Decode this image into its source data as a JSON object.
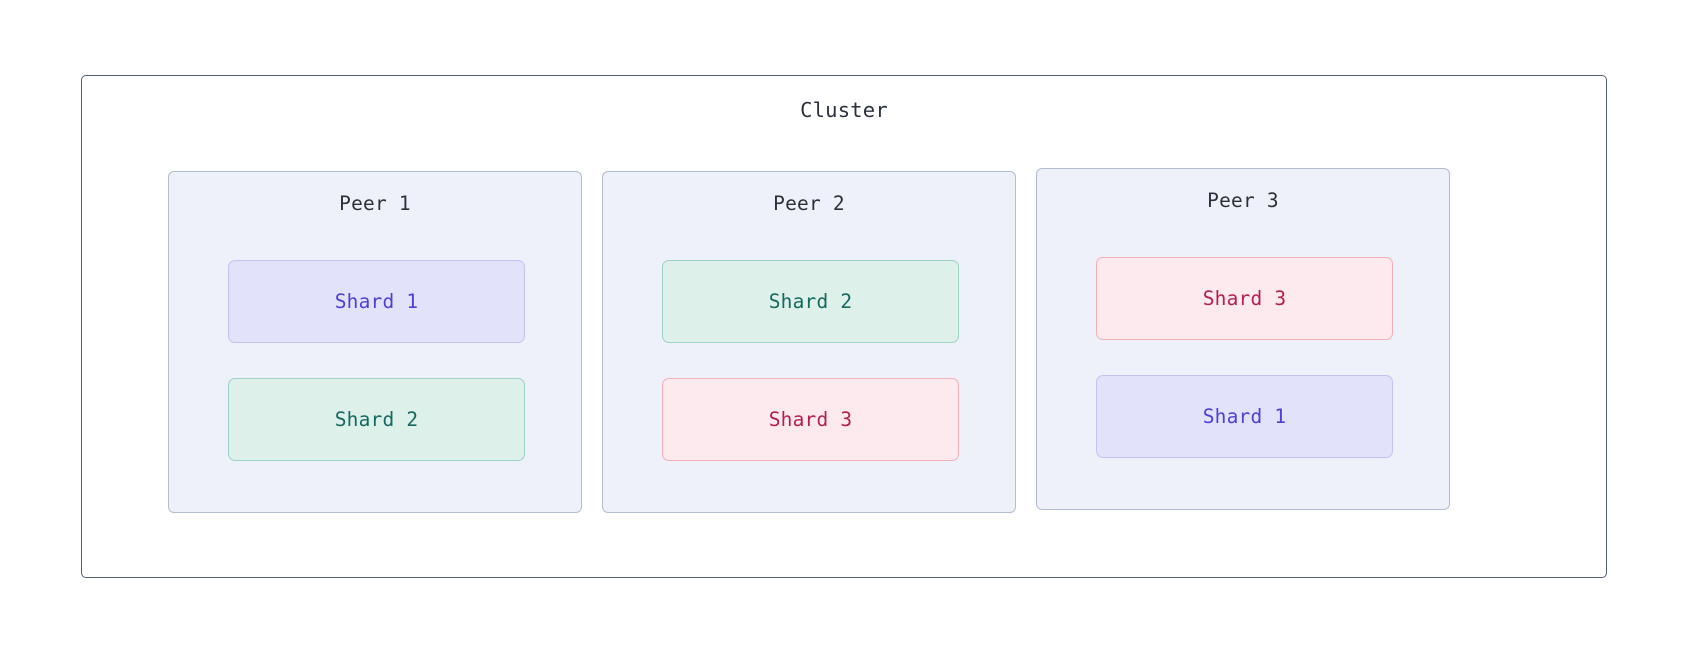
{
  "diagram": {
    "type": "nested-block-diagram",
    "cluster": {
      "title": "Cluster",
      "border_color": "#565e74",
      "background": "#ffffff"
    },
    "shard_styles": {
      "shard-1": {
        "background": "#e3e2fb",
        "border": "#c3c2f2",
        "text": "#4f3fd4"
      },
      "shard-2": {
        "background": "#ddf0ea",
        "border": "#9bd3c6",
        "text": "#146a5f"
      },
      "shard-3": {
        "background": "#fceaee",
        "border": "#f3afb6",
        "text": "#b41f4d"
      }
    },
    "peer_style": {
      "background": "#eef1fa",
      "border": "#b4bcd0",
      "text": "#2b303d"
    },
    "peers": [
      {
        "title": "Peer 1",
        "shards": [
          {
            "label": "Shard 1",
            "variant": "shard-c1"
          },
          {
            "label": "Shard 2",
            "variant": "shard-c2"
          }
        ]
      },
      {
        "title": "Peer 2",
        "shards": [
          {
            "label": "Shard 2",
            "variant": "shard-c2"
          },
          {
            "label": "Shard 3",
            "variant": "shard-c3"
          }
        ]
      },
      {
        "title": "Peer 3",
        "shards": [
          {
            "label": "Shard 3",
            "variant": "shard-c3"
          },
          {
            "label": "Shard 1",
            "variant": "shard-c1"
          }
        ]
      }
    ]
  }
}
